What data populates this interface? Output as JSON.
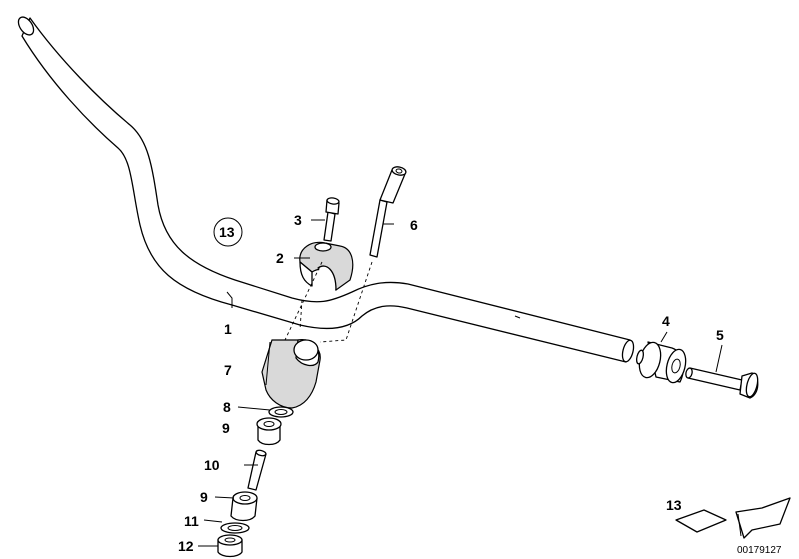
{
  "diagram": {
    "callouts": {
      "p1": "1",
      "p2": "2",
      "p3": "3",
      "p4": "4",
      "p5": "5",
      "p6": "6",
      "p7": "7",
      "p8": "8",
      "p9a": "9",
      "p9b": "9",
      "p10": "10",
      "p11": "11",
      "p12": "12",
      "p13_circle": "13",
      "p13_legend": "13"
    },
    "drawing_number": "00179127"
  }
}
